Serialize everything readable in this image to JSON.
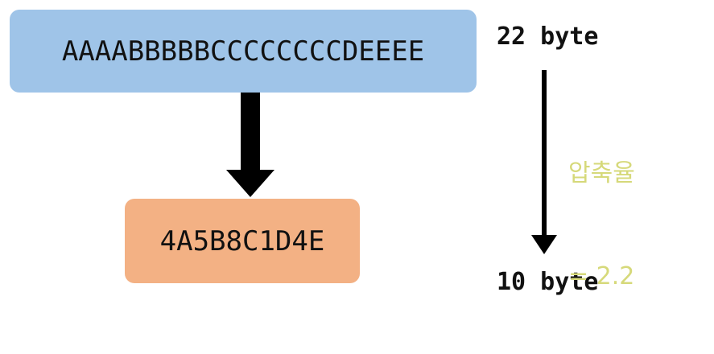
{
  "input": {
    "text": "AAAABBBBBCCCCCCCCDEEEE"
  },
  "output": {
    "text": "4A5B8C1D4E"
  },
  "size_top": {
    "label": "22 byte"
  },
  "size_bottom": {
    "label": "10 byte"
  },
  "ratio": {
    "label": "압축율",
    "value": "= 2.2"
  },
  "colors": {
    "input_box": "#9fc4e8",
    "output_box": "#f3b184",
    "ratio_text": "#d6d97a",
    "arrow": "#000000"
  }
}
